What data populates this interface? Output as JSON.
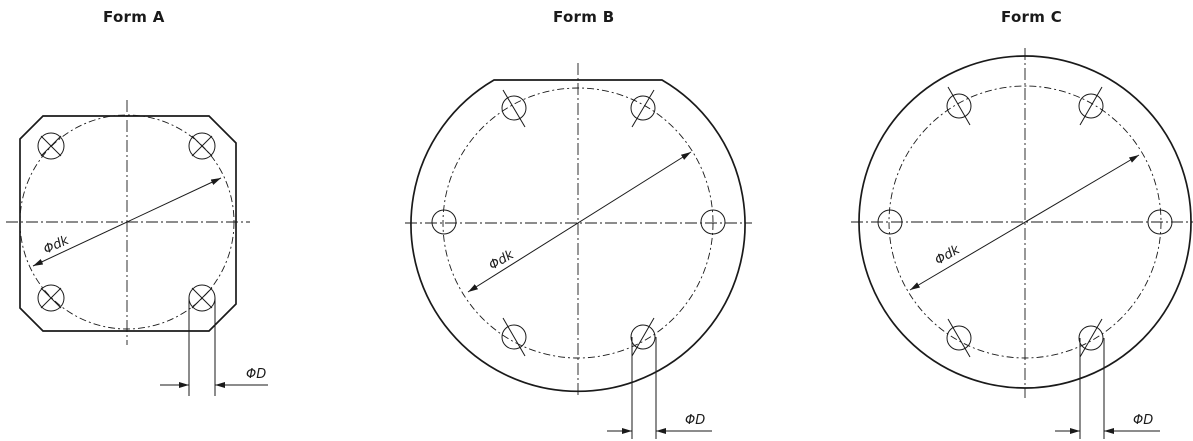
{
  "forms": [
    {
      "title": "Form A",
      "pitch_label": "Φdk",
      "hole_label": "ΦD"
    },
    {
      "title": "Form B",
      "pitch_label": "Φdk",
      "hole_label": "ΦD"
    },
    {
      "title": "Form C",
      "pitch_label": "Φdk",
      "hole_label": "ΦD"
    }
  ]
}
